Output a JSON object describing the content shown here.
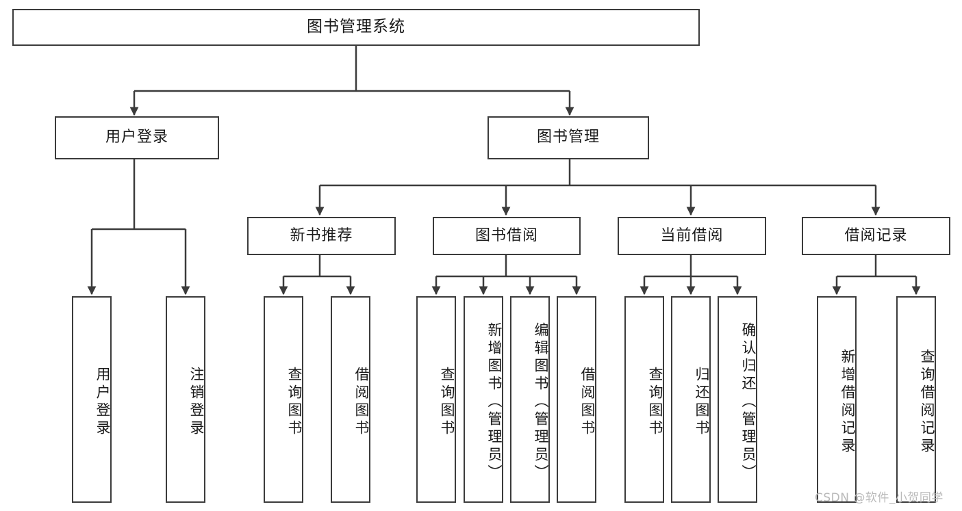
{
  "diagram": {
    "title": "图书管理系统",
    "watermark": "CSDN @软件_小贺同学",
    "colors": {
      "stroke": "#3b3b3b",
      "text": "#1a1a1a",
      "background": "#ffffff",
      "watermark": "#b9b9b9"
    },
    "root": {
      "label": "图书管理系统"
    },
    "level2": [
      {
        "label": "用户登录"
      },
      {
        "label": "图书管理"
      }
    ],
    "level3": [
      {
        "label": "新书推荐"
      },
      {
        "label": "图书借阅"
      },
      {
        "label": "当前借阅"
      },
      {
        "label": "借阅记录"
      }
    ],
    "leaves": {
      "user_login": [
        {
          "label": "用户登录"
        },
        {
          "label": "注销登录"
        }
      ],
      "new_book_recommend": [
        {
          "label": "查询图书"
        },
        {
          "label": "借阅图书"
        }
      ],
      "book_borrow": [
        {
          "label": "查询图书"
        },
        {
          "label": "新增图书（管理员）"
        },
        {
          "label": "编辑图书（管理员）"
        },
        {
          "label": "借阅图书"
        }
      ],
      "current_borrow": [
        {
          "label": "查询图书"
        },
        {
          "label": "归还图书"
        },
        {
          "label": "确认归还（管理员）"
        }
      ],
      "borrow_record": [
        {
          "label": "新增借阅记录"
        },
        {
          "label": "查询借阅记录"
        }
      ]
    }
  }
}
